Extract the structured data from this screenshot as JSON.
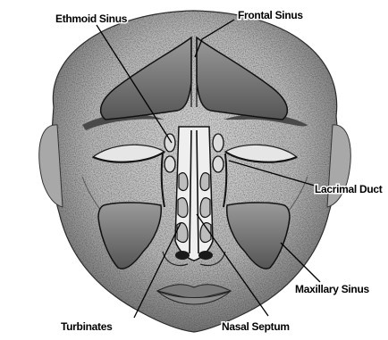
{
  "labels": {
    "ethmoid": "Ethmoid Sinus",
    "frontal": "Frontal Sinus",
    "lacrimal": "Lacrimal Duct",
    "maxillary": "Maxillary Sinus",
    "turbinates": "Turbinates",
    "septum": "Nasal Septum"
  },
  "colors": {
    "skin_light": "#d2d2d2",
    "skin_mid": "#a9a9a9",
    "skin_dark": "#5a5a5a",
    "sinus": "#7d7d7d",
    "outline": "#1a1a1a"
  }
}
